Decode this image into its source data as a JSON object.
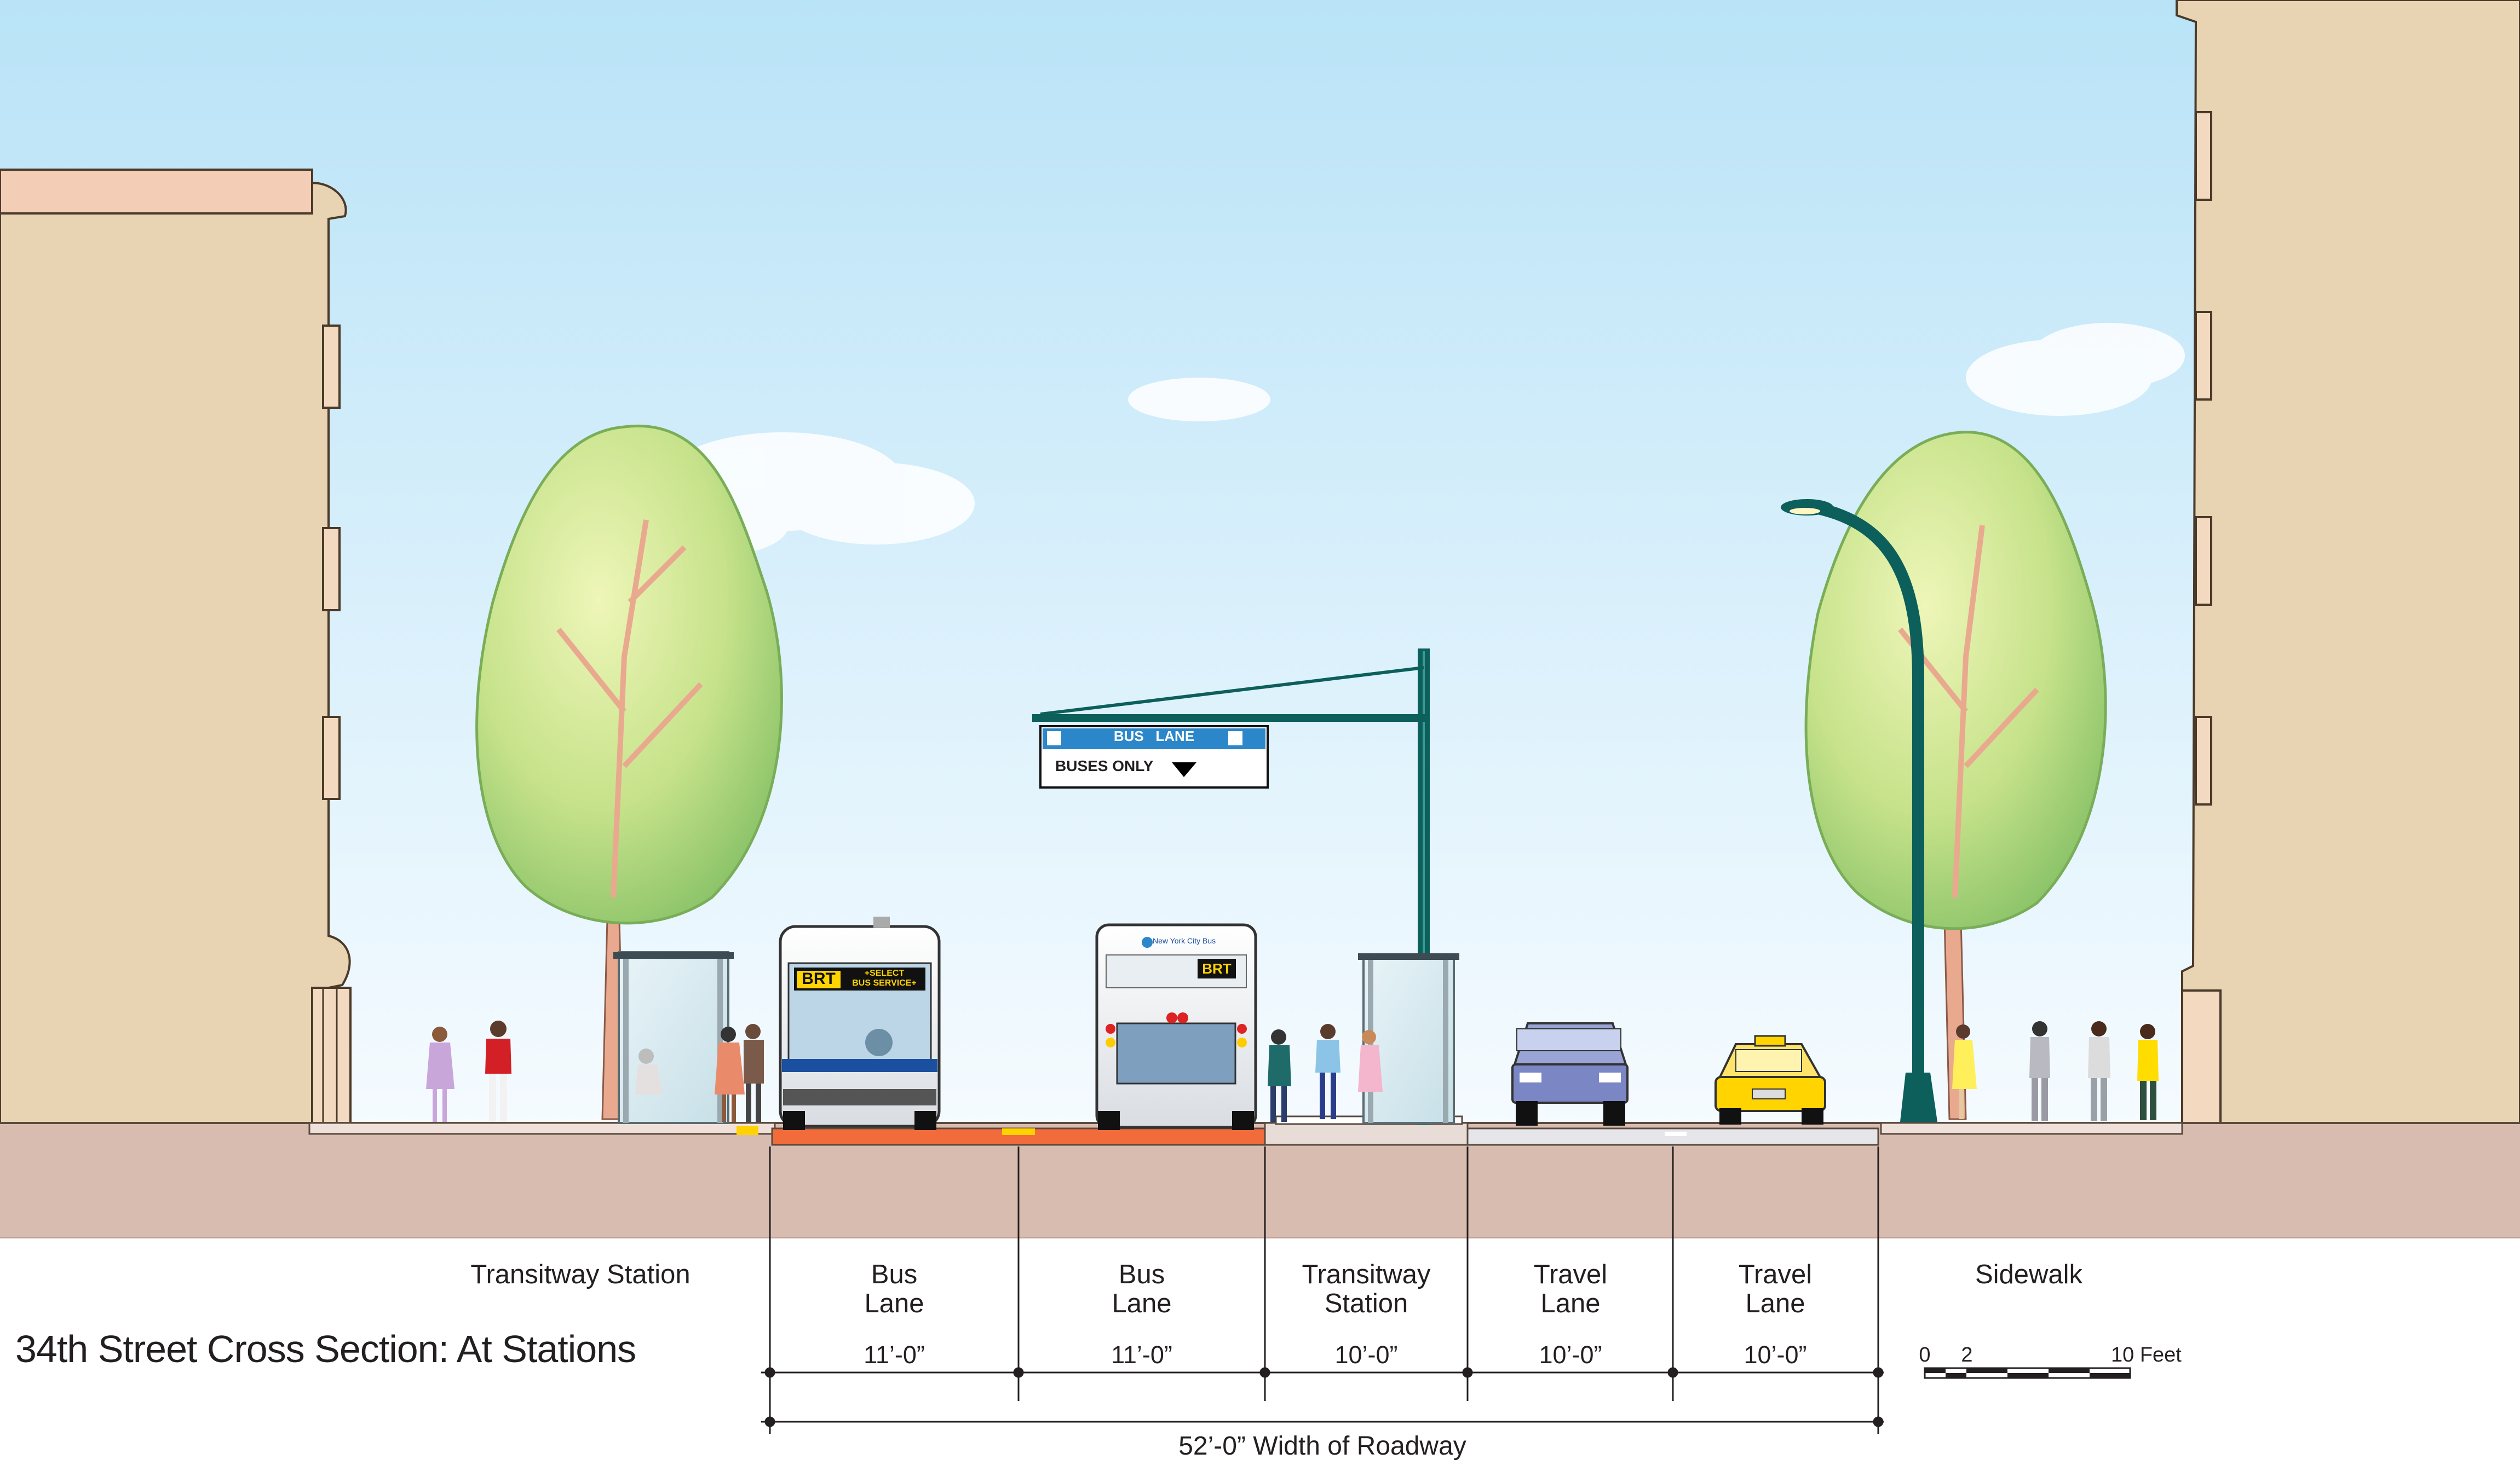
{
  "diagram": {
    "title": "34th Street Cross Section: At Stations",
    "sign": {
      "top_text": "BUS   LANE",
      "bottom_text": "BUSES ONLY"
    },
    "bus_front_sign": {
      "code": "BRT",
      "line1": "+SELECT",
      "line2": "BUS SERVICE+"
    },
    "bus_rear_sign": {
      "brand": "New York City Bus",
      "code": "BRT"
    },
    "zones": [
      {
        "line1": "Transitway Station",
        "line2": "",
        "width": ""
      },
      {
        "line1": "Bus",
        "line2": "Lane",
        "width": "11’-0”"
      },
      {
        "line1": "Bus",
        "line2": "Lane",
        "width": "11’-0”"
      },
      {
        "line1": "Transitway",
        "line2": "Station",
        "width": "10’-0”"
      },
      {
        "line1": "Travel",
        "line2": "Lane",
        "width": "10’-0”"
      },
      {
        "line1": "Travel",
        "line2": "Lane",
        "width": "10’-0”"
      },
      {
        "line1": "Sidewalk",
        "line2": "",
        "width": ""
      }
    ],
    "total_width": "52’-0” Width of Roadway",
    "scale_bar": {
      "tick0": "0",
      "tick1": "2",
      "tick2": "10 Feet"
    },
    "colors": {
      "sky_top": "#bfe6f8",
      "sky_bottom": "#f3faff",
      "building": "#e8d3b2",
      "ground": "#d9bcb0",
      "bus_lane": "#f26b3a",
      "pole": "#0c5f5b",
      "sign_blue": "#2b87c9",
      "taxi": "#ffd400",
      "truck": "#7b86c4"
    }
  }
}
